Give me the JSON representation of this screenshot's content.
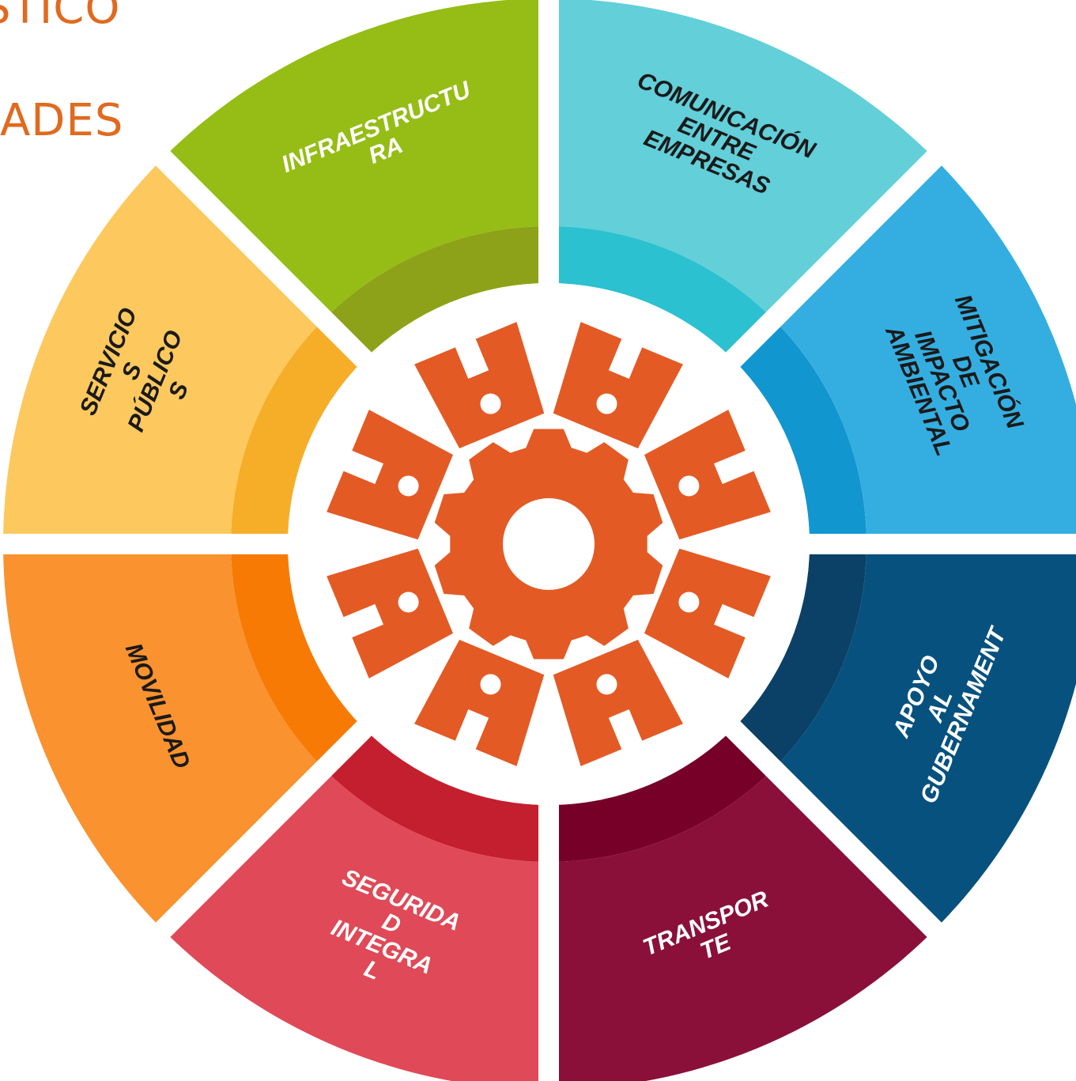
{
  "header": {
    "line1": "STICO",
    "line2": "ADES"
  },
  "segments": [
    {
      "id": "comunicacion",
      "lines": [
        "COMUNICACIÓN",
        "ENTRE",
        "EMPRESAS"
      ],
      "outer": "#62cfd9",
      "inner": "#2bc1d1",
      "text": "#1a1a1a"
    },
    {
      "id": "mitigacion",
      "lines": [
        "MITIGACIÓN",
        "DE",
        "IMPACTO",
        "AMBIENTAL"
      ],
      "outer": "#34aee1",
      "inner": "#1296cf",
      "text": "#1a1a1a"
    },
    {
      "id": "apoyo",
      "lines": [
        "APOYO",
        "AL",
        "GUBERNAMENT"
      ],
      "outer": "#07517f",
      "inner": "#0b4166",
      "text": "#ffffff"
    },
    {
      "id": "transporte",
      "lines": [
        "TRANSPOR",
        "TE"
      ],
      "outer": "#8a1039",
      "inner": "#770028",
      "text": "#ffffff"
    },
    {
      "id": "seguridad",
      "lines": [
        "SEGURIDA",
        "D",
        "INTEGRA",
        "L"
      ],
      "outer": "#e04957",
      "inner": "#c41f2e",
      "text": "#ffffff"
    },
    {
      "id": "movilidad",
      "lines": [
        "MOVILIDAD"
      ],
      "outer": "#fa922f",
      "inner": "#f77a05",
      "text": "#1a1a1a"
    },
    {
      "id": "servicios",
      "lines": [
        "SERVICIO",
        "S",
        "PÚBLICO",
        "S"
      ],
      "outer": "#fdc85e",
      "inner": "#f6ae28",
      "text": "#1a1a1a"
    },
    {
      "id": "infraestructura",
      "lines": [
        "INFRAESTRUCTU",
        "RA"
      ],
      "outer": "#95bd15",
      "inner": "#8ea219",
      "text": "#ffffff"
    }
  ],
  "colors": {
    "gear": "#e35a25",
    "background": "#ffffff"
  },
  "icons": {
    "center": "gear-cluster-icon"
  }
}
